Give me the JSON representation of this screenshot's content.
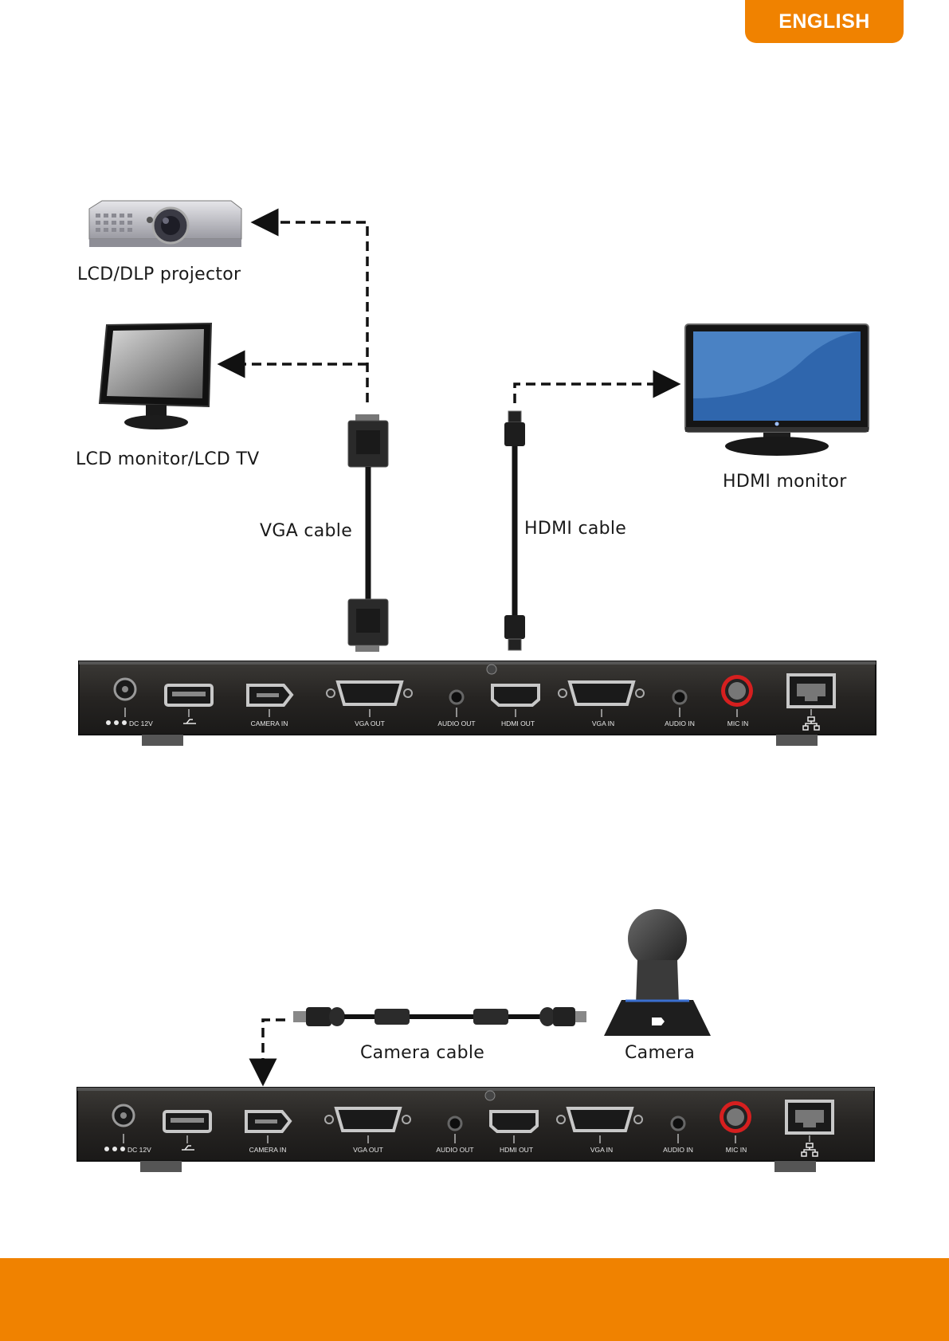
{
  "header": {
    "language_tab": "ENGLISH"
  },
  "colors": {
    "accent": "#F08200",
    "device_body": "#2a2826",
    "port_metal": "#bdbdbd",
    "mic_ring": "#d61f1f"
  },
  "diagram1": {
    "projector_label": "LCD/DLP projector",
    "lcd_label": "LCD monitor/LCD TV",
    "hdmi_monitor_label": "HDMI monitor",
    "vga_cable_label": "VGA cable",
    "hdmi_cable_label": "HDMI cable"
  },
  "diagram2": {
    "camera_cable_label": "Camera cable",
    "camera_label": "Camera"
  },
  "ports": {
    "dc": "DC 12V",
    "camera_in": "CAMERA IN",
    "vga_out": "VGA OUT",
    "audio_out": "AUDIO OUT",
    "hdmi_out": "HDMI OUT",
    "vga_in": "VGA IN",
    "audio_in": "AUDIO IN",
    "mic_in": "MIC IN"
  },
  "icons": [
    "projector-icon",
    "lcd-monitor-icon",
    "hdmi-monitor-icon",
    "vga-cable-icon",
    "hdmi-cable-icon",
    "camera-cable-icon",
    "camera-icon",
    "usb-icon",
    "network-icon",
    "dc-polarity-icon"
  ]
}
